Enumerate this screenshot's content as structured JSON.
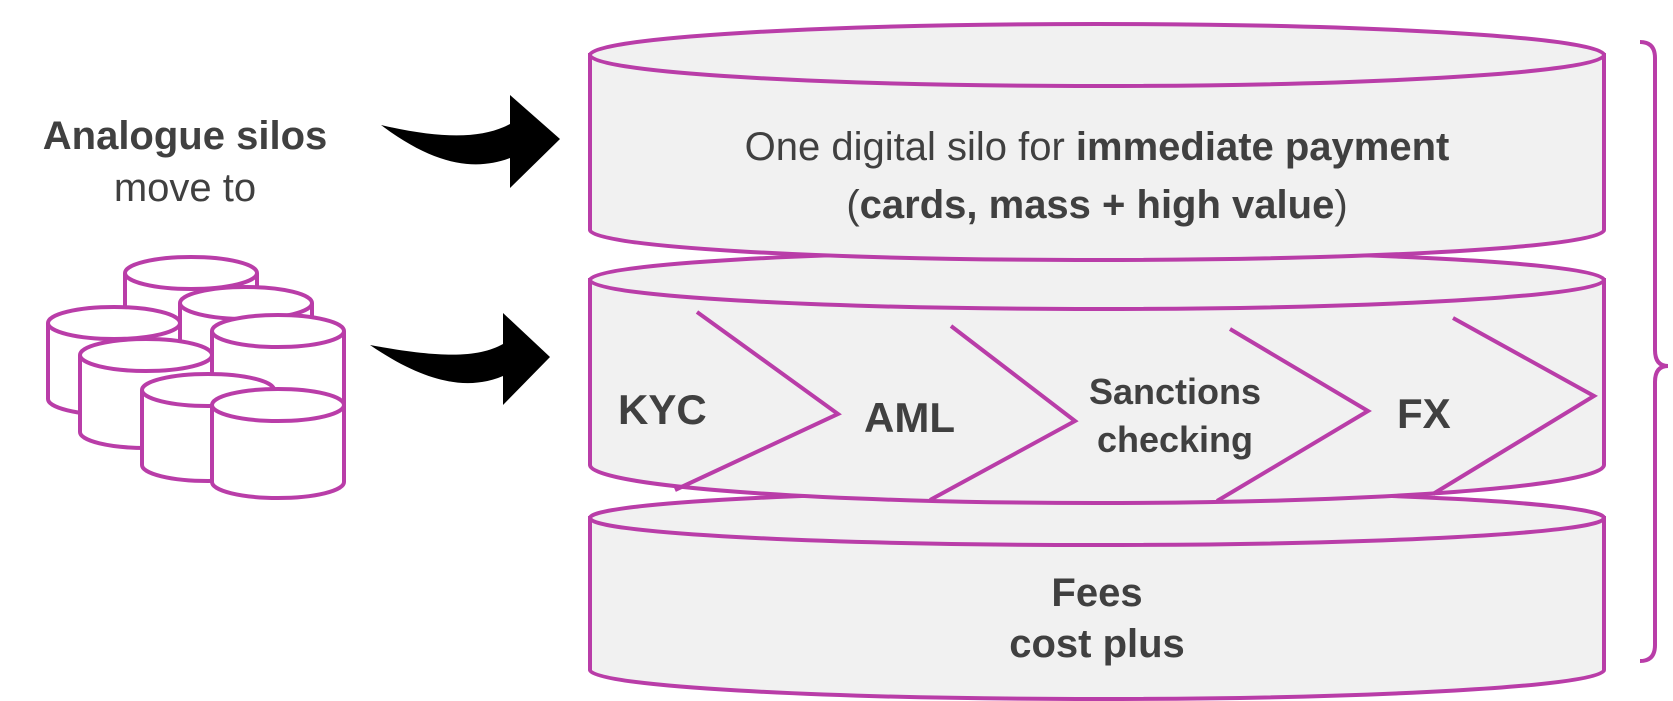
{
  "left": {
    "heading_bold": "Analogue silos",
    "heading_rest": "move to"
  },
  "top_layer": {
    "line1_prefix": "One digital silo for ",
    "line1_bold": "immediate payment",
    "line2_open": "(",
    "line2_bold": "cards, mass + high value",
    "line2_close": ")"
  },
  "middle_layer": {
    "steps": [
      "KYC",
      "AML",
      "Sanctions checking",
      "FX"
    ],
    "step3_line1": "Sanctions",
    "step3_line2": "checking"
  },
  "bottom_layer": {
    "line1": "Fees",
    "line2": "cost plus"
  },
  "colors": {
    "outline": "#b93da8",
    "fill": "#f1f1f1",
    "text": "#404040",
    "arrow": "#000000"
  }
}
